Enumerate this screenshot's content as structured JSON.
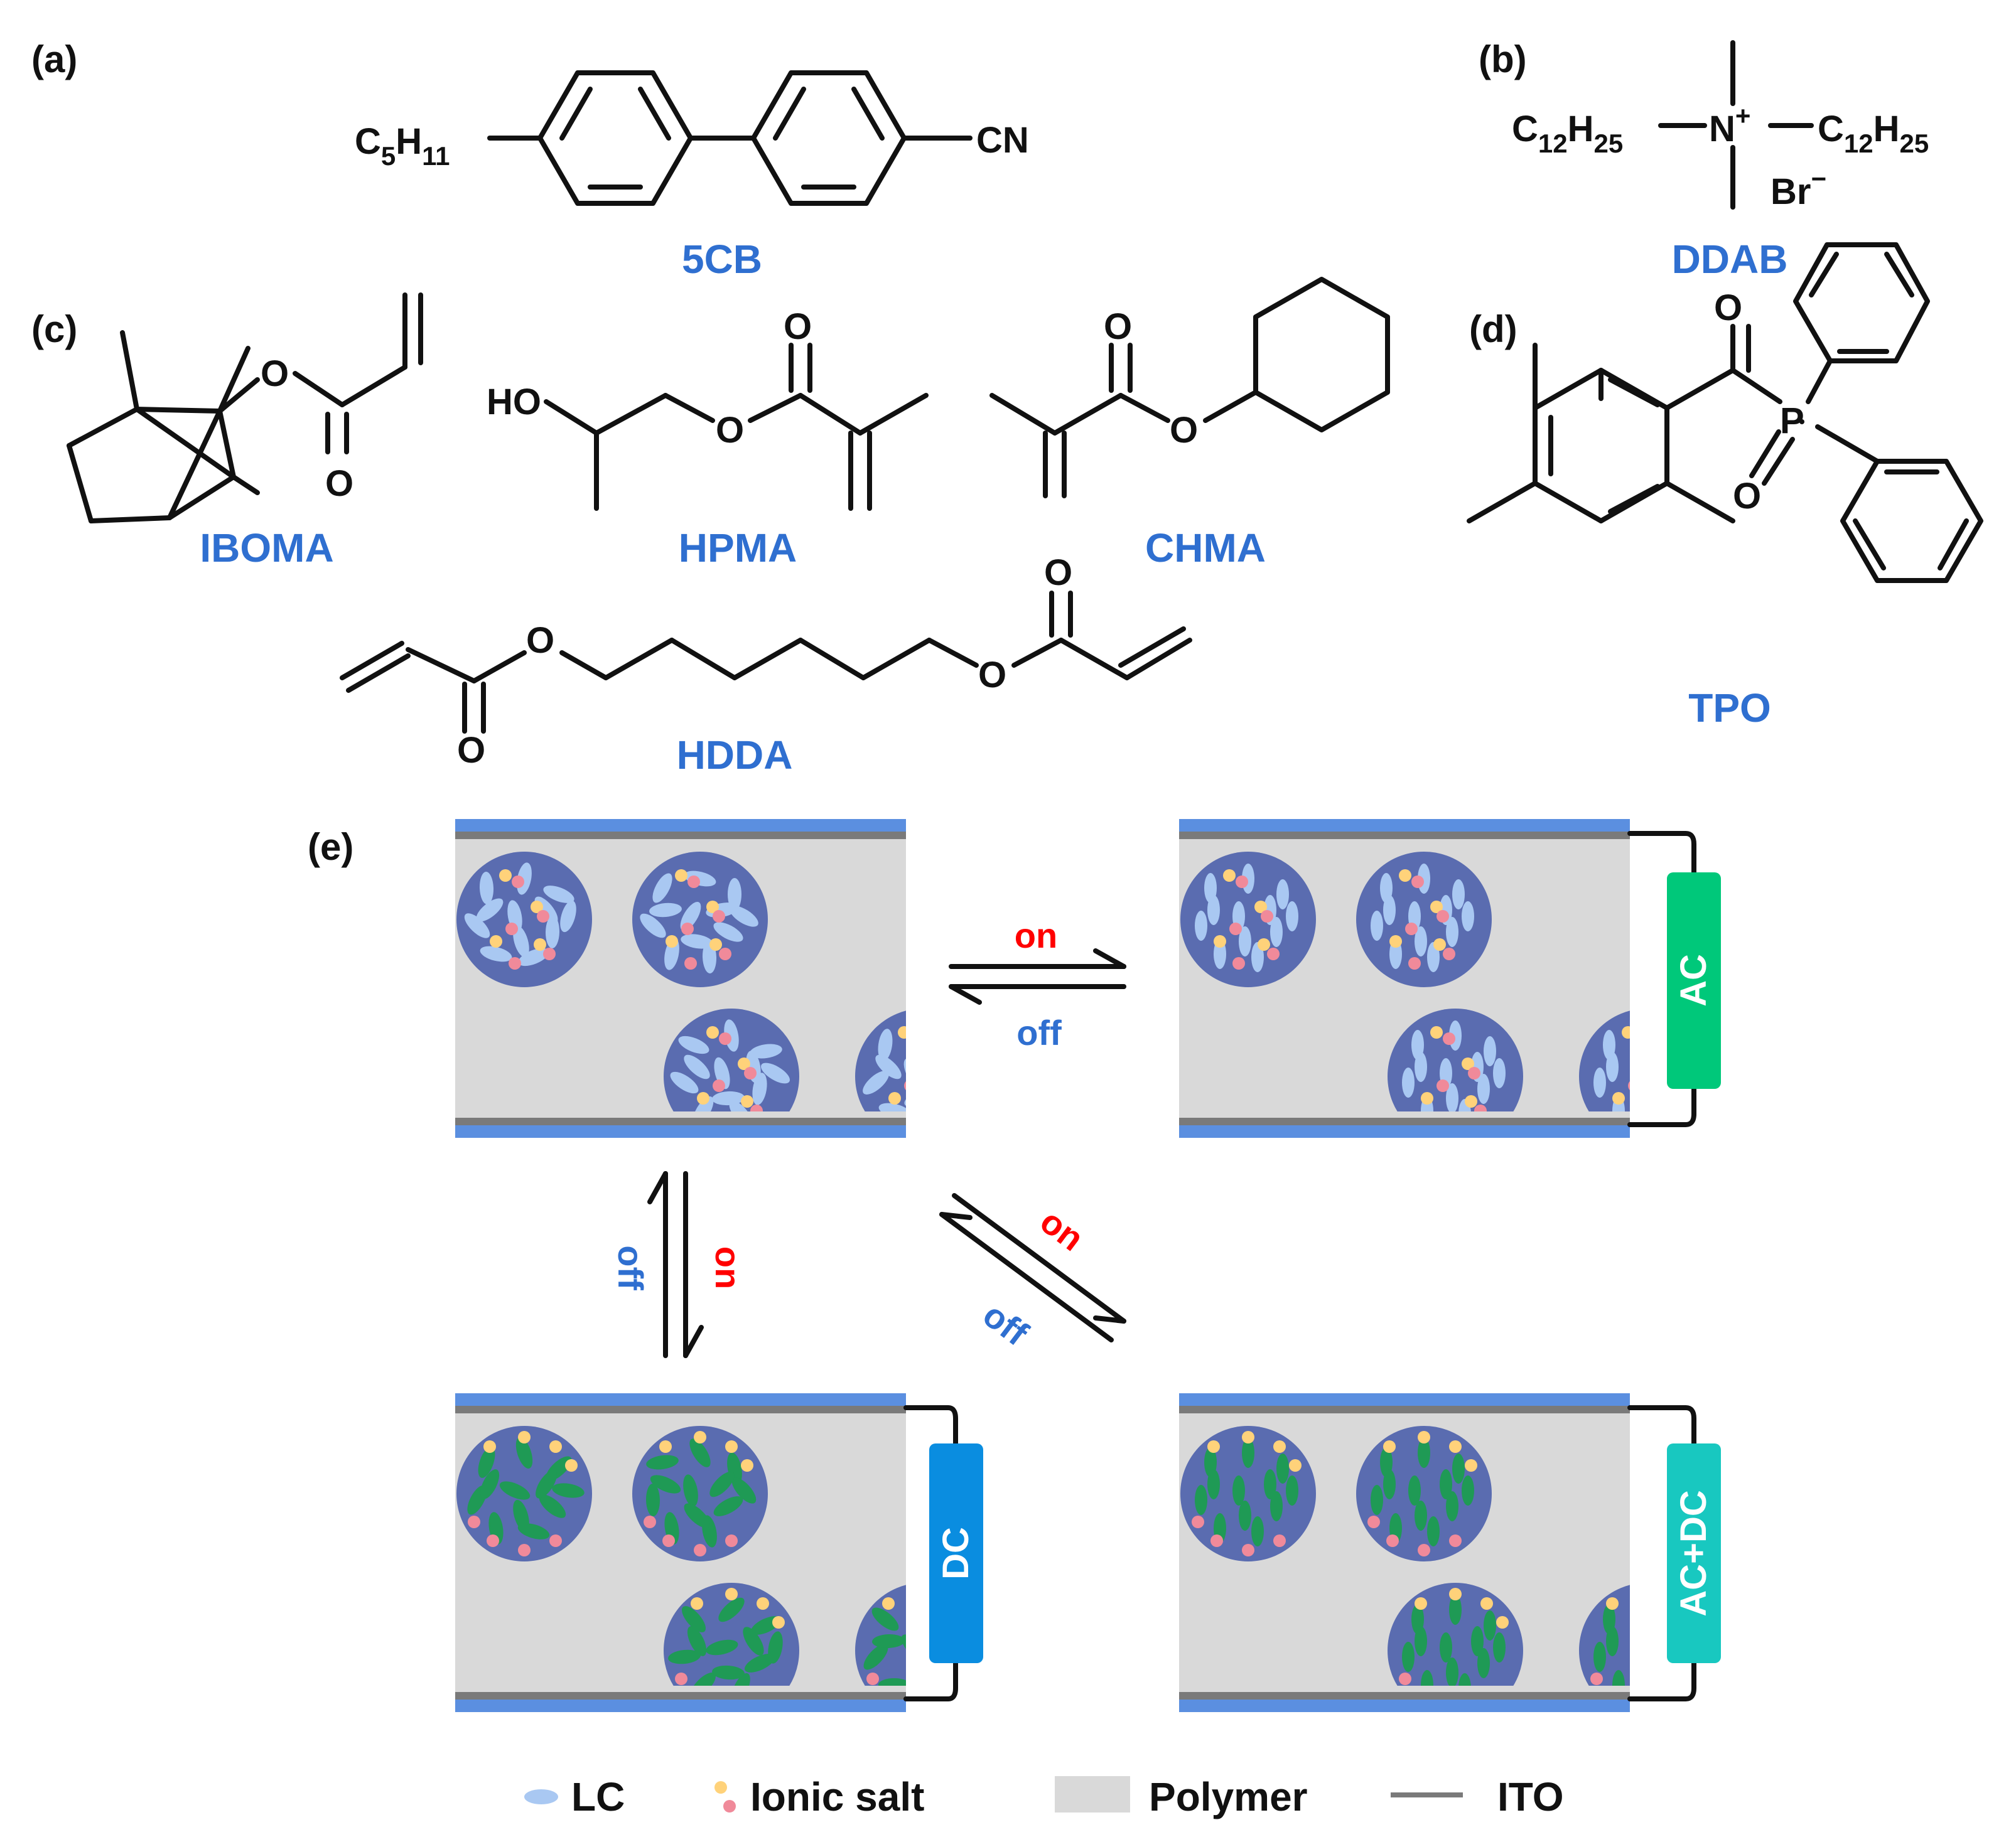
{
  "colors": {
    "name_blue": "#2f6fd0",
    "on_red": "#ff0000",
    "off_blue": "#2f6fd0",
    "electrode": "#5b8fe0",
    "ito": "#7a7a7a",
    "polymer": "#d9d9d9",
    "droplet": "#5a6cb0",
    "lc_random": "#a9c8f2",
    "lc_dc": "#1f9a55",
    "salt_pink": "#f08a9a",
    "salt_yellow": "#ffd27a",
    "ac_supply": "#00c87a",
    "dc_supply": "#0a8de0",
    "acdc_supply": "#18c8c0"
  },
  "panels": {
    "a": "(a)",
    "b": "(b)",
    "c": "(c)",
    "d": "(d)",
    "e": "(e)"
  },
  "molecules": {
    "fivecb": {
      "name": "5CB",
      "c": "C",
      "c_sub": "5",
      "h": "H",
      "h_sub": "11",
      "cn": "CN"
    },
    "ddab": {
      "name": "DDAB",
      "left_c": "C",
      "left_c_sub": "12",
      "left_h": "H",
      "left_h_sub": "25",
      "n": "N",
      "n_charge": "+",
      "right_c": "C",
      "right_c_sub": "12",
      "right_h": "H",
      "right_h_sub": "25",
      "br": "Br",
      "br_charge": "−"
    },
    "iboma": {
      "name": "IBOMA",
      "o1": "O",
      "o2": "O"
    },
    "hpma": {
      "name": "HPMA",
      "ho": "HO",
      "o1": "O",
      "o2": "O"
    },
    "chma": {
      "name": "CHMA",
      "o1": "O",
      "o2": "O"
    },
    "hdda": {
      "name": "HDDA",
      "o1": "O",
      "o2": "O",
      "o3": "O",
      "o4": "O"
    },
    "tpo": {
      "name": "TPO",
      "o1": "O",
      "p": "P",
      "o2": "O"
    }
  },
  "switching": {
    "top_on": "on",
    "top_off": "off",
    "left_off": "off",
    "left_on": "on",
    "diag_on": "on",
    "diag_off": "off"
  },
  "supplies": {
    "ac": "AC",
    "dc": "DC",
    "acdc": "AC+DC"
  },
  "legend": {
    "lc": "LC",
    "ionic_salt": "Ionic salt",
    "polymer": "Polymer",
    "ito": "ITO"
  }
}
